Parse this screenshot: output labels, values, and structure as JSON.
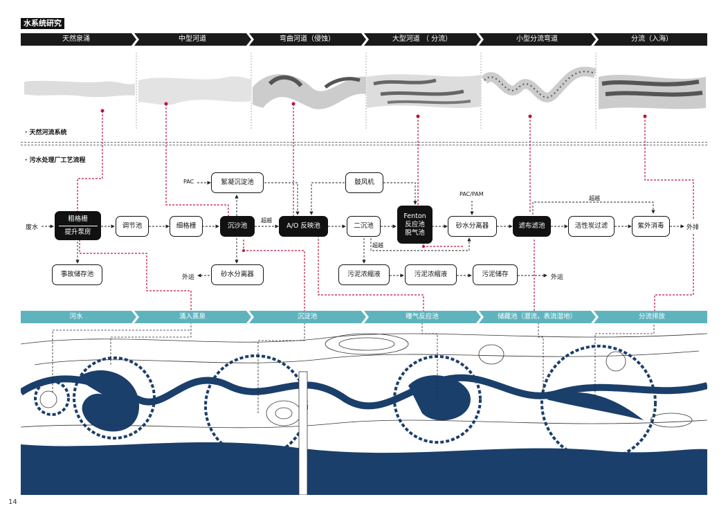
{
  "page_title": "水系统研究",
  "stages": [
    "天然泉涌",
    "中型河道",
    "弯曲河道（侵蚀）",
    "大型河道 （ 分流）",
    "小型分流弯道",
    "分流（入海）"
  ],
  "section_natural": "· 天然河流系统",
  "section_process": "· 污水处理厂工艺流程",
  "nodes": {
    "input": "废水",
    "screen_top": "粗格栅",
    "screen_bottom": "提升泵房",
    "regulate": "调节池",
    "fine_screen": "细格栅",
    "grit": "沉沙池",
    "coag": "絮凝沉淀池",
    "ao": "A/O 反映池",
    "blower": "鼓风机",
    "second": "二沉池",
    "fenton1": "Fenton",
    "fenton2": "反应池",
    "fenton3": "脱气池",
    "sand_sep": "砂水分离器",
    "filter": "滤布滤池",
    "carbon": "活性炭过滤",
    "uv": "紫外消毒",
    "output": "外排",
    "accident": "事故储存池",
    "sand_sep2": "砂水分离器",
    "sludge1": "污泥浓缩液",
    "sludge2": "污泥浓缩液",
    "sludge3": "污泥储存"
  },
  "labels": {
    "pac": "PAC",
    "pac_pam": "PAC/PAM",
    "overflow1": "超越",
    "overflow2": "超越",
    "overflow3": "超越",
    "outbound1": "外运",
    "outbound2": "外运"
  },
  "river_stages": [
    "河水",
    "涌入蒸泉",
    "沉淀池",
    "曝气反应池",
    "储藏池（潜流，表流湿地）",
    "分流排放"
  ],
  "page_number": "14",
  "colors": {
    "black_bar": "#1a1a1a",
    "teal_bar": "#5fb3bd",
    "navy": "#1b3f6b",
    "red_dash": "#c0143c"
  }
}
